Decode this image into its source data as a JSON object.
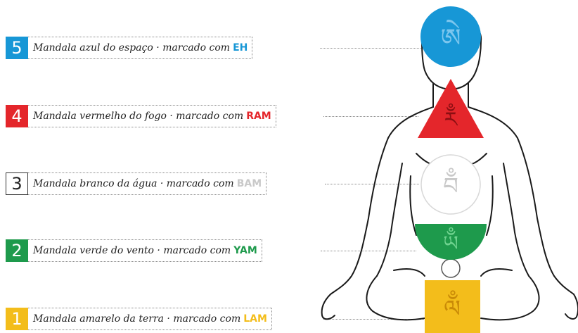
{
  "items": [
    {
      "num": "5",
      "text": "Mandala azul do espaço · marcado com",
      "mark": "EH",
      "color": "#1797d6"
    },
    {
      "num": "4",
      "text": "Mandala vermelho do fogo · marcado com",
      "mark": "RAM",
      "color": "#e4262b"
    },
    {
      "num": "3",
      "text": "Mandala branco da água · marcado com",
      "mark": "BAM",
      "color": "#c9c9c9"
    },
    {
      "num": "2",
      "text": "Mandala verde do vento · marcado com",
      "mark": "YAM",
      "color": "#1e9a4c"
    },
    {
      "num": "1",
      "text": "Mandala amarelo da terra · marcado com",
      "mark": "LAM",
      "color": "#f3bd1b"
    }
  ],
  "syllables": {
    "eh": "ཨེ",
    "ram": "རྃ",
    "bam": "བྃ",
    "yam": "ཡྃ",
    "lam": "ལྃ"
  }
}
